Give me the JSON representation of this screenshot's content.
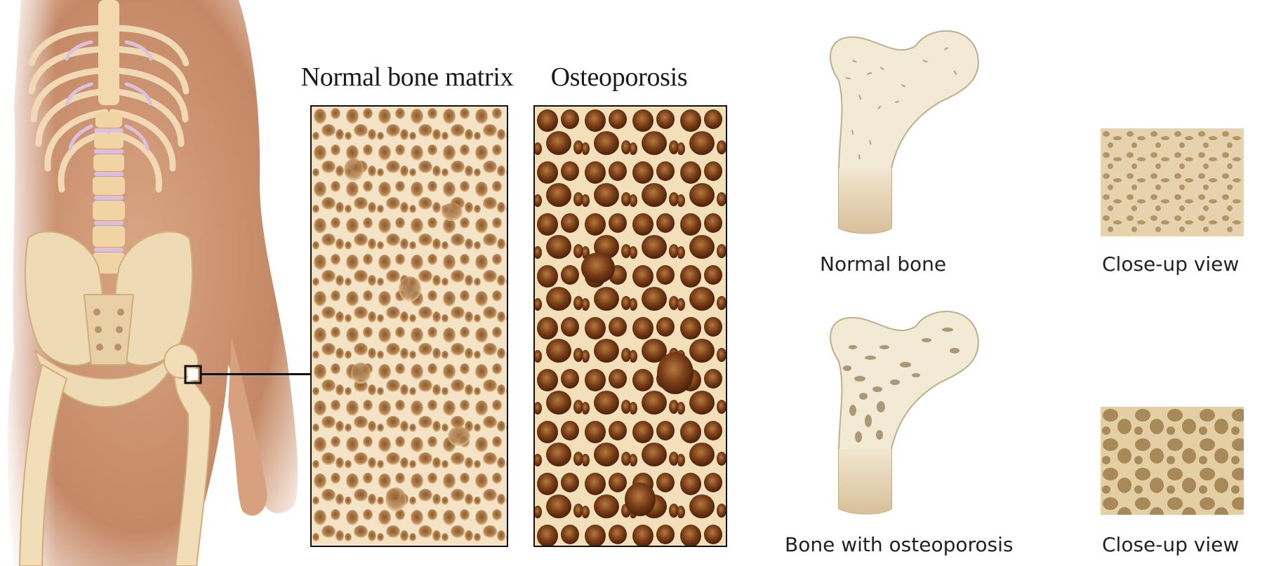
{
  "panels": {
    "normal": {
      "title": "Normal bone matrix"
    },
    "osteo": {
      "title": "Osteoporosis"
    }
  },
  "captions": {
    "normal_bone": "Normal bone",
    "closeup_top": "Close-up view",
    "bone_osteo": "Bone with osteoporosis",
    "closeup_bottom": "Close-up view"
  },
  "colors": {
    "skin": "#c98f6e",
    "bone": "#efdcb6",
    "matrix_light": "#f3dfbd",
    "matrix_pore": "#b5824f",
    "osteo_bg": "#f1dcb6",
    "osteo_pore": "#6a3515",
    "femur_fill": "#f1e6cf",
    "femur_dots": "#9e8a66"
  }
}
